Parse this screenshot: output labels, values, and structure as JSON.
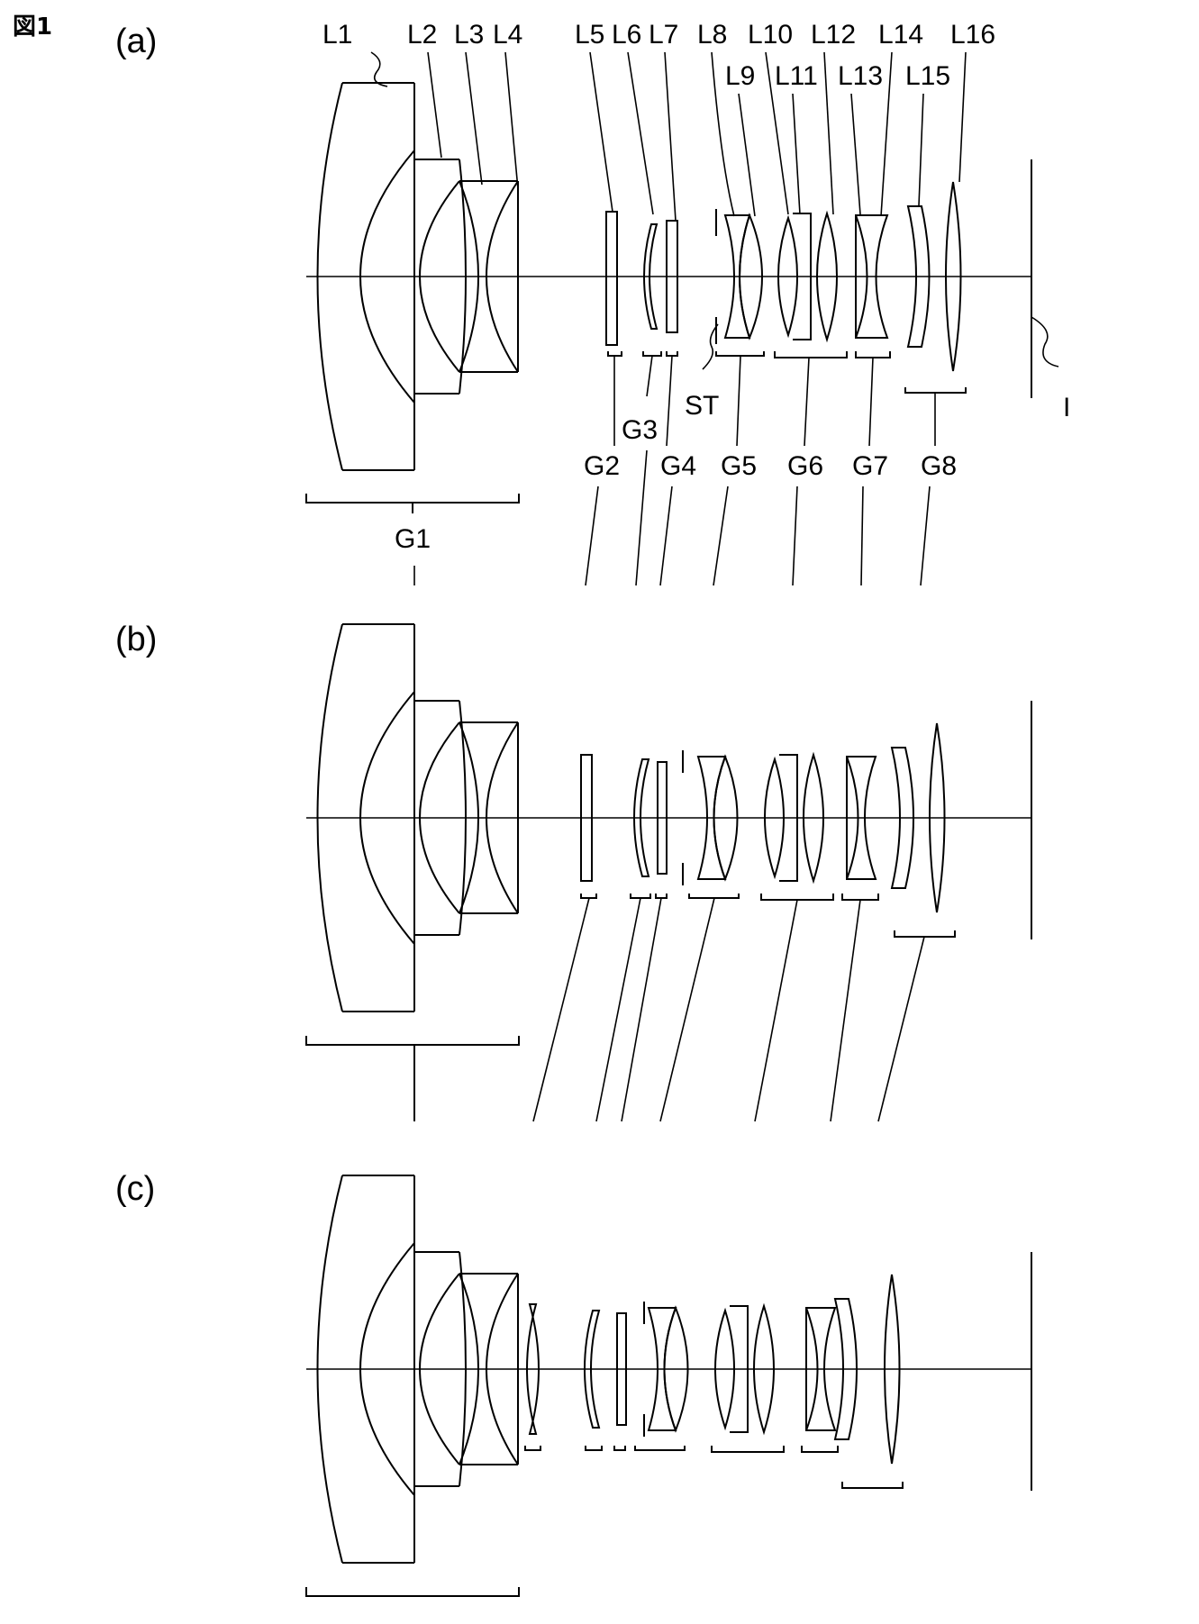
{
  "figure_label": "図1",
  "panels": {
    "a": "(a)",
    "b": "(b)",
    "c": "(c)"
  },
  "lens_labels": {
    "L1": "L1",
    "L2": "L2",
    "L3": "L3",
    "L4": "L4",
    "L5": "L5",
    "L6": "L6",
    "L7": "L7",
    "L8": "L8",
    "L9": "L9",
    "L10": "L10",
    "L11": "L11",
    "L12": "L12",
    "L13": "L13",
    "L14": "L14",
    "L15": "L15",
    "L16": "L16"
  },
  "group_labels": {
    "G1": "G1",
    "G2": "G2",
    "G3": "G3",
    "G4": "G4",
    "G5": "G5",
    "G6": "G6",
    "G7": "G7",
    "G8": "G8"
  },
  "stop_label": "ST",
  "image_plane_label": "I"
}
